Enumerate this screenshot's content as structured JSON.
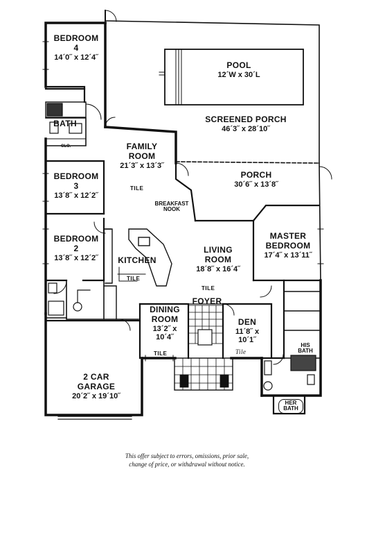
{
  "rooms": {
    "bedroom4": {
      "name_1": "BEDROOM",
      "name_2": "4",
      "dims": "14´0˝ x 12´4˝"
    },
    "pool": {
      "name": "POOL",
      "dims": "12´W x 30´L"
    },
    "screened_porch": {
      "name": "SCREENED PORCH",
      "dims": "46´3˝ x 28´10˝"
    },
    "bath": {
      "name": "BATH"
    },
    "family_room": {
      "name_1": "FAMILY",
      "name_2": "ROOM",
      "dims": "21´3˝ x 13´3˝"
    },
    "porch": {
      "name": "PORCH",
      "dims": "30´6˝ x 13´8˝"
    },
    "bedroom3": {
      "name_1": "BEDROOM",
      "name_2": "3",
      "dims": "13´8˝ x 12´2˝"
    },
    "breakfast_nook": {
      "name_1": "BREAKFAST",
      "name_2": "NOOK"
    },
    "master_bedroom": {
      "name_1": "MASTER",
      "name_2": "BEDROOM",
      "dims": "17´4˝ x 13´11˝"
    },
    "bedroom2": {
      "name_1": "BEDROOM",
      "name_2": "2",
      "dims": "13´8˝ x 12´2˝"
    },
    "kitchen": {
      "name": "KITCHEN"
    },
    "living_room": {
      "name_1": "LIVING",
      "name_2": "ROOM",
      "dims": "18´8˝ x 16´4˝"
    },
    "foyer": {
      "name": "FOYER"
    },
    "dining_room": {
      "name_1": "DINING",
      "name_2": "ROOM",
      "dims_1": "13´2˝ x",
      "dims_2": "10´4˝"
    },
    "den": {
      "name": "DEN",
      "dims_1": "11´8˝ x",
      "dims_2": "10´1˝"
    },
    "his_bath": {
      "name_1": "HIS",
      "name_2": "BATH"
    },
    "her_bath": {
      "name_1": "HER",
      "name_2": "BATH"
    },
    "garage": {
      "name_1": "2 CAR",
      "name_2": "GARAGE",
      "dims": "20´2˝ x 19´10˝"
    }
  },
  "annotations": {
    "tile_family": "TILE",
    "tile_kitchen": "TILE",
    "tile_living": "TILE",
    "tile_dining": "TILE",
    "tile_den": "Tile",
    "clo": "CLO."
  },
  "disclaimer": {
    "line1": "This offer subject to errors, omissions, prior sale,",
    "line2": "change of price, or withdrawal without notice."
  }
}
